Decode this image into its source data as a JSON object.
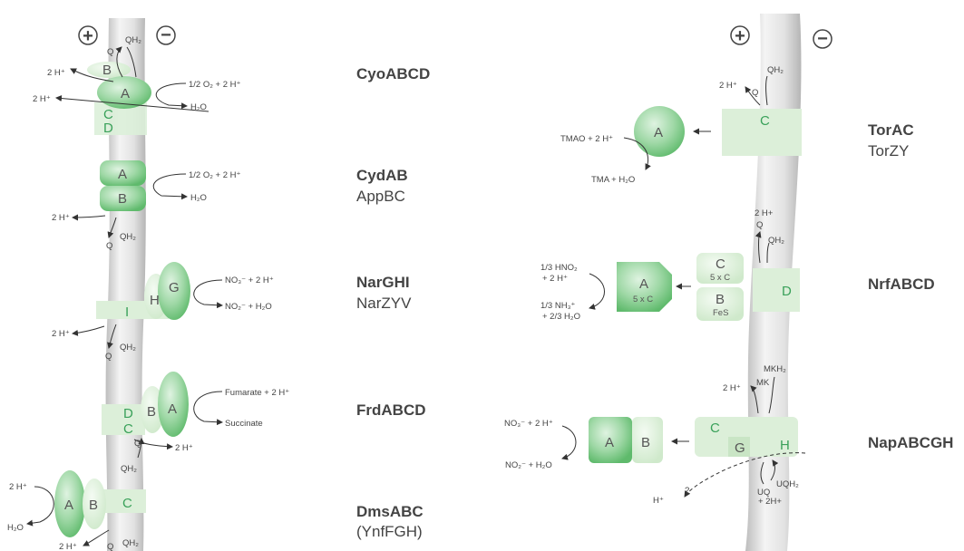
{
  "membrane": {
    "plus_sign": "+",
    "minus_sign": "−"
  },
  "left": {
    "cyo": {
      "name": "CyoABCD",
      "subunits": [
        "A",
        "B",
        "C",
        "D"
      ],
      "q": "Q",
      "qh2": "QH₂",
      "protons_out_top": "2 H⁺",
      "protons_out_bottom": "2 H⁺",
      "oxygen": "1/2 O₂ + 2 H⁺",
      "water": "H₂O"
    },
    "cyd": {
      "name": "CydAB",
      "alt": "AppBC",
      "subunits": [
        "A",
        "B"
      ],
      "oxygen": "1/2 O₂ + 2 H⁺",
      "water": "H₂O",
      "protons": "2 H⁺",
      "q": "Q",
      "qh2": "QH₂"
    },
    "nar": {
      "name": "NarGHI",
      "alt": "NarZYV",
      "subunits": [
        "G",
        "H",
        "I"
      ],
      "nitrate": "NO₃⁻ + 2 H⁺",
      "nitrite": "NO₂⁻ + H₂O",
      "protons": "2 H⁺",
      "q": "Q",
      "qh2": "QH₂"
    },
    "frd": {
      "name": "FrdABCD",
      "subunits": [
        "A",
        "B",
        "C",
        "D"
      ],
      "fumarate": "Fumarate + 2 H⁺",
      "succinate": "Succinate",
      "protons": "2 H⁺",
      "q": "Q",
      "qh2": "QH₂"
    },
    "dms": {
      "name": "DmsABC",
      "alt": "(YnfFGH)",
      "subunits": [
        "A",
        "B",
        "C"
      ],
      "protons_in": "2 H⁺",
      "water": "H₂O",
      "protons_out": "2 H⁺",
      "q": "Q",
      "qh2": "QH₂"
    }
  },
  "right": {
    "tor": {
      "name": "TorAC",
      "alt": "TorZY",
      "subunits": [
        "A",
        "C"
      ],
      "tmao": "TMAO + 2 H⁺",
      "tma": "TMA + H₂O",
      "protons": "2 H⁺",
      "q": "Q",
      "qh2": "QH₂"
    },
    "nrf": {
      "name": "NrfABCD",
      "subunit_a": "A",
      "subunit_a_detail": "5 x C",
      "subunit_c": "C",
      "subunit_c_detail": "5 x C",
      "subunit_b": "B",
      "subunit_b_detail": "FeS",
      "subunit_d": "D",
      "nitrite_line1": "1/3 HNO₂",
      "nitrite_line2": "+ 2 H⁺",
      "ammonia_line1": "1/3 NH₃⁺",
      "ammonia_line2": "+ 2/3 H₂O",
      "protons": "2 H+",
      "q": "Q",
      "qh2": "QH₂"
    },
    "nap": {
      "name": "NapABCGH",
      "subunits": [
        "A",
        "B",
        "C",
        "G",
        "H"
      ],
      "nitrate": "NO₃⁻ + 2 H⁺",
      "nitrite": "NO₂⁻ + H₂O",
      "protons": "2 H⁺",
      "mk": "MK",
      "mkh2": "MKH₂",
      "uq": "UQ",
      "uqh2": "UQH₂",
      "uq_protons": "+ 2H+",
      "h_plus": "H⁺",
      "question": "?"
    }
  }
}
